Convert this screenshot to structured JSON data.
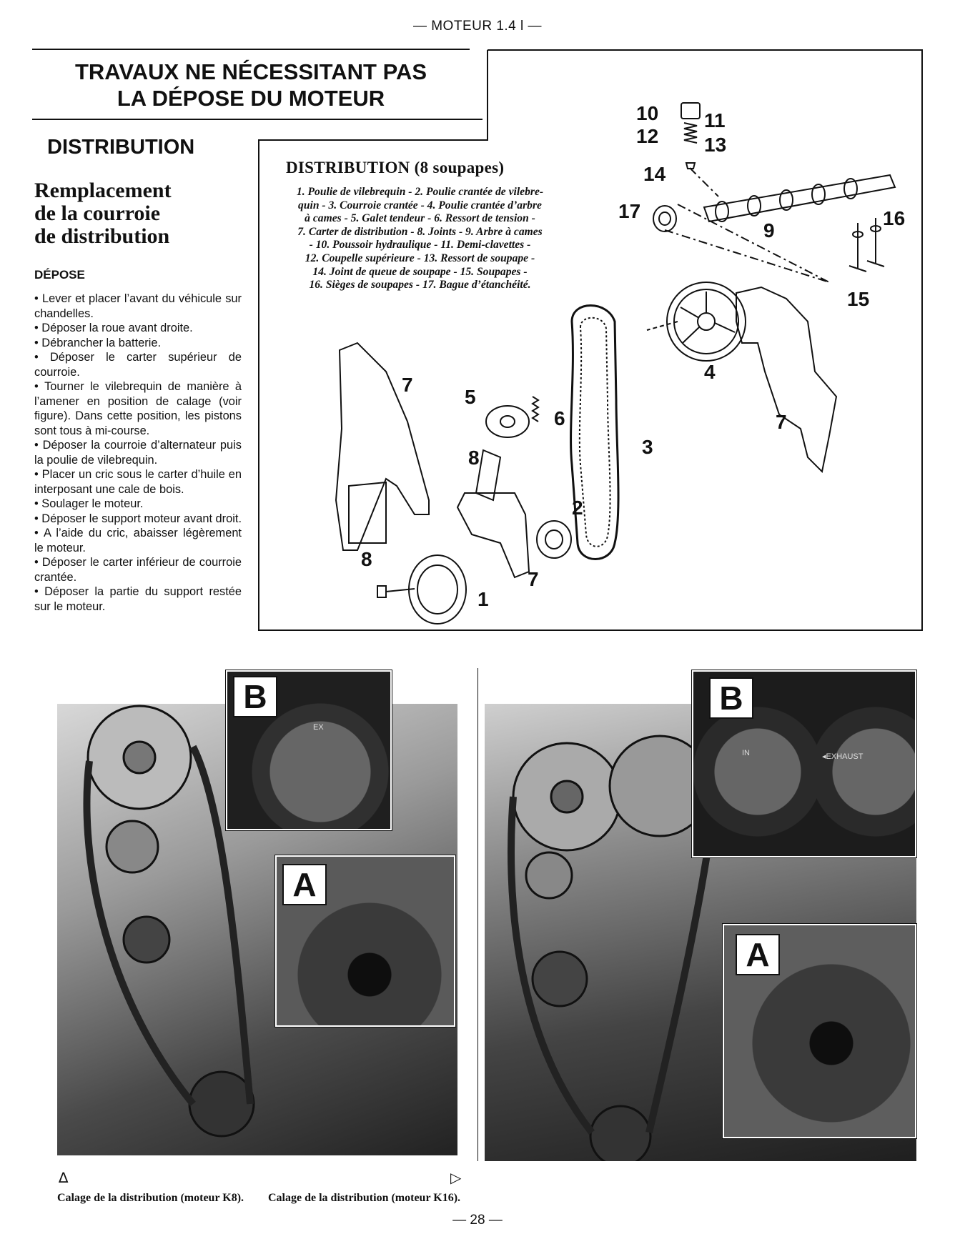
{
  "header": {
    "running_title": "— MOTEUR 1.4 l —"
  },
  "section": {
    "line1": "TRAVAUX NE NÉCESSITANT PAS",
    "line2": "LA DÉPOSE DU MOTEUR"
  },
  "chapter": {
    "title": "DISTRIBUTION"
  },
  "procedure": {
    "title_line1": "Remplacement",
    "title_line2": "de la courroie",
    "title_line3": "de distribution",
    "heading": "DÉPOSE",
    "steps": [
      "Lever et placer l’avant du véhicule sur chandelles.",
      "Déposer la roue avant droite.",
      "Débrancher la batterie.",
      "Déposer le carter supérieur de courroie.",
      "Tourner le vilebrequin de manière à l’amener en position de calage (voir figure). Dans cette position, les pistons sont tous à mi-course.",
      "Déposer la courroie d’alternateur puis la poulie de vilebrequin.",
      "Placer un cric sous le carter d’huile en interposant une cale de bois.",
      "Soulager le moteur.",
      "Déposer le support moteur avant droit.",
      "A l’aide du cric, abaisser légèrement le moteur.",
      "Déposer le carter inférieur de courroie crantée.",
      "Déposer la partie du support restée sur le moteur."
    ]
  },
  "figure": {
    "title": "DISTRIBUTION (8 soupapes)",
    "legend_lines": [
      "1. Poulie de vilebrequin - 2. Poulie crantée de vilebre-",
      "quin - 3. Courroie crantée - 4. Poulie crantée d’arbre",
      "à cames - 5. Galet tendeur - 6. Ressort de tension -",
      "7. Carter de distribution - 8. Joints - 9. Arbre à cames",
      "- 10. Poussoir hydraulique - 11. Demi-clavettes -",
      "12. Coupelle supérieure - 13. Ressort de soupape -",
      "14. Joint de queue de soupape - 15. Soupapes -",
      "16. Sièges de soupapes - 17. Bague d’étanchéité."
    ],
    "callouts": [
      "1",
      "2",
      "3",
      "4",
      "5",
      "6",
      "7",
      "7",
      "7",
      "8",
      "8",
      "9",
      "10",
      "11",
      "12",
      "13",
      "14",
      "15",
      "16",
      "17"
    ]
  },
  "photos": {
    "inset_a_label": "A",
    "inset_b_label": "B",
    "stamp_ex": "EX",
    "stamp_in": "IN",
    "stamp_exhaust": "◂EXHAUST",
    "left_marker": "∆",
    "right_marker": "▷",
    "left_caption": "Calage de la distribution (moteur K8).",
    "right_caption": "Calage de la distribution (moteur K16)."
  },
  "footer": {
    "page_number": "— 28 —"
  }
}
